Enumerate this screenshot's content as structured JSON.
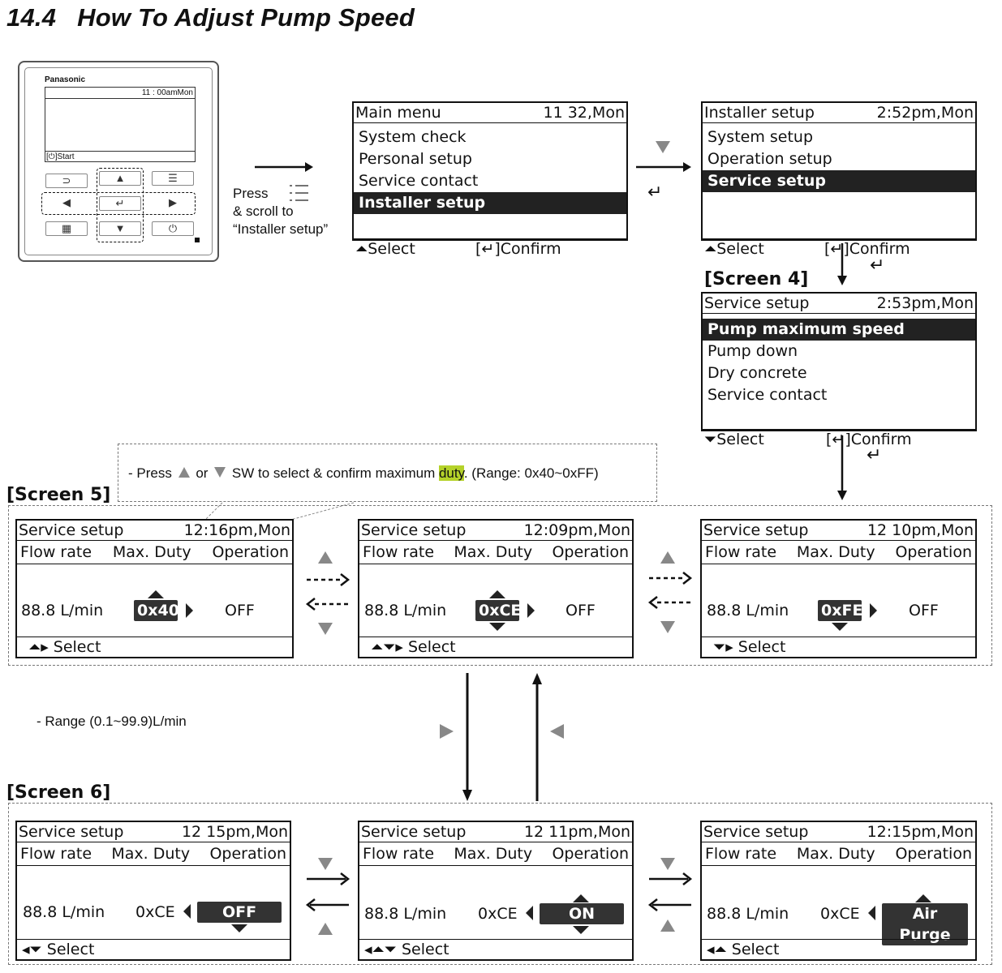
{
  "title": {
    "number": "14.4",
    "text": "How To Adjust Pump Speed"
  },
  "remote": {
    "brand": "Panasonic",
    "time": "11 : 00amMon",
    "start": "[⏻]Start",
    "buttons": {
      "back": "⊃",
      "up": "▲",
      "menu": "☰",
      "left": "◀",
      "enter": "↵",
      "right": "▶",
      "grid": "▦",
      "down": "▼",
      "power": "⏻"
    }
  },
  "press_note": {
    "line1": "Press",
    "line2": "& scroll to",
    "line3": "“Installer setup”"
  },
  "main_menu": {
    "title": "Main menu",
    "time": "11 32,Mon",
    "items": [
      "System check",
      "Personal setup",
      "Service contact",
      "Installer setup"
    ],
    "selected": 3,
    "footer_left": "⏶Select",
    "footer_right": "[↵]Confirm"
  },
  "installer_setup": {
    "title": "Installer setup",
    "time": "2:52pm,Mon",
    "items": [
      "System setup",
      "Operation setup",
      "Service setup"
    ],
    "selected": 2,
    "footer_left": "⏶Select",
    "footer_right": "[↵]Confirm"
  },
  "screen4": {
    "label": "[Screen 4]",
    "title": "Service setup",
    "time": "2:53pm,Mon",
    "items": [
      "Pump maximum speed",
      "Pump down",
      "Dry concrete",
      "Service contact"
    ],
    "selected": 0,
    "footer_left": "⏷Select",
    "footer_right": "[↵]Confirm"
  },
  "note_duty": {
    "prefix": "- Press",
    "mid": "or",
    "suffix1": "SW to select & confirm maximum",
    "highlight": "duty",
    "suffix2": ". (Range: 0x40~0xFF)"
  },
  "screen5": {
    "label": "[Screen 5]",
    "screens": [
      {
        "title": "Service setup",
        "time": "12:16pm,Mon",
        "cols": [
          "Flow rate",
          "Max. Duty",
          "Operation"
        ],
        "flow": "88.8 L/min",
        "duty": "0x40",
        "op": "OFF",
        "footer": "⏶▸ Select"
      },
      {
        "title": "Service setup",
        "time": "12:09pm,Mon",
        "cols": [
          "Flow rate",
          "Max. Duty",
          "Operation"
        ],
        "flow": "88.8 L/min",
        "duty": "0xCE",
        "op": "OFF",
        "footer": "⏶⏷▸ Select"
      },
      {
        "title": "Service setup",
        "time": "12 10pm,Mon",
        "cols": [
          "Flow rate",
          "Max. Duty",
          "Operation"
        ],
        "flow": "88.8 L/min",
        "duty": "0xFE",
        "op": "OFF",
        "footer": "⏷▸ Select"
      }
    ]
  },
  "note_range": "- Range (0.1~99.9)L/min",
  "screen6": {
    "label": "[Screen 6]",
    "screens": [
      {
        "title": "Service setup",
        "time": "12 15pm,Mon",
        "cols": [
          "Flow rate",
          "Max. Duty",
          "Operation"
        ],
        "flow": "88.8 L/min",
        "duty": "0xCE",
        "op": "OFF",
        "footer": "◂⏷ Select"
      },
      {
        "title": "Service setup",
        "time": "12 11pm,Mon",
        "cols": [
          "Flow rate",
          "Max. Duty",
          "Operation"
        ],
        "flow": "88.8 L/min",
        "duty": "0xCE",
        "op": "ON",
        "footer": "◂⏶⏷ Select"
      },
      {
        "title": "Service setup",
        "time": "12:15pm,Mon",
        "cols": [
          "Flow rate",
          "Max. Duty",
          "Operation"
        ],
        "flow": "88.8 L/min",
        "duty": "0xCE",
        "op": "Air Purge",
        "footer": "◂⏶ Select"
      }
    ]
  },
  "enter_symbol": "↵"
}
